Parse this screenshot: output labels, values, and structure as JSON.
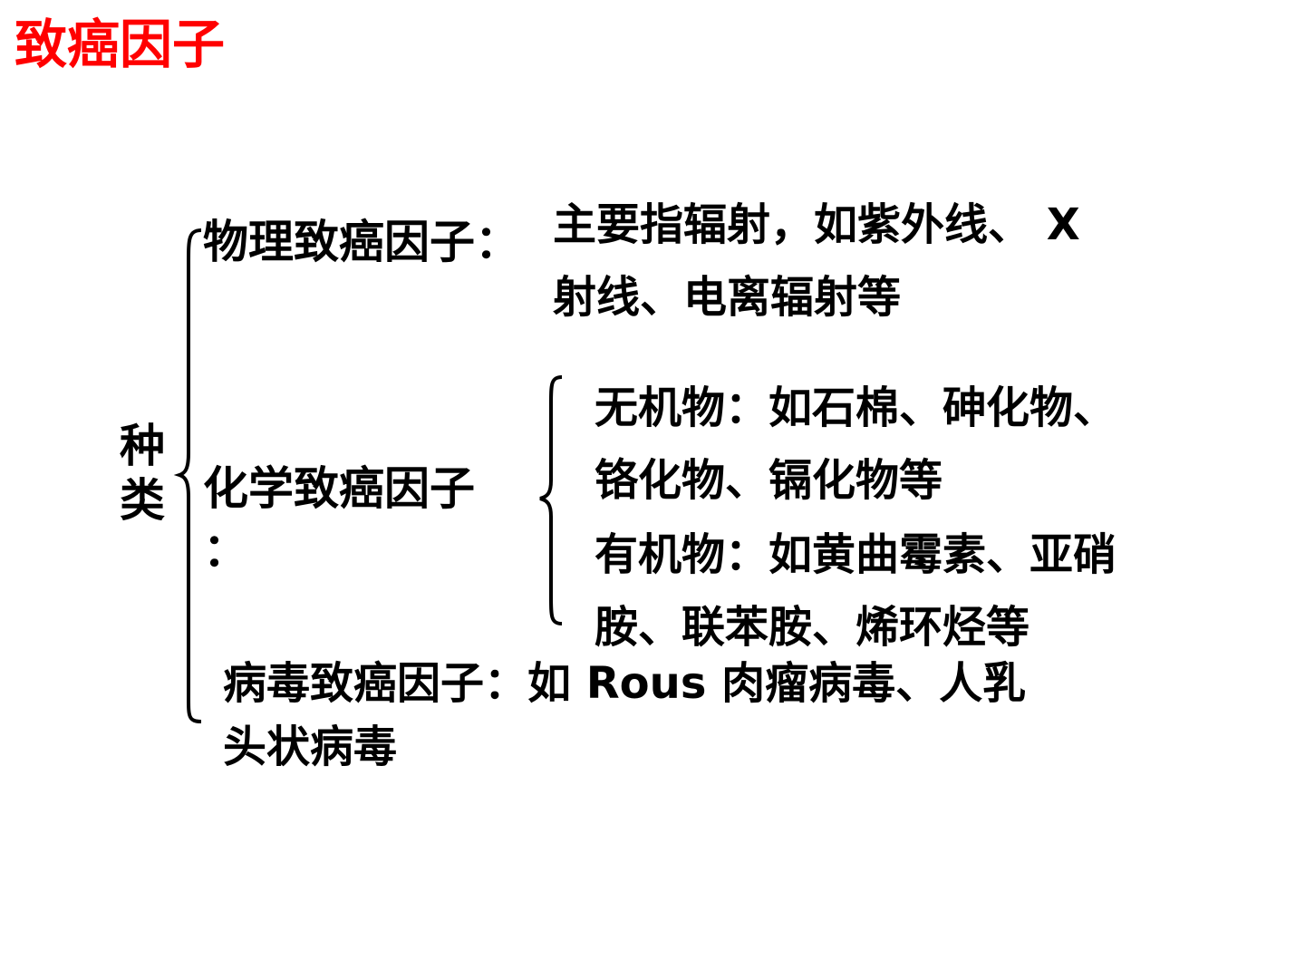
{
  "title": "致癌因子",
  "category_label": "种类",
  "physical": {
    "label": "物理致癌因子：",
    "line1": "主要指辐射，如紫外线、 X",
    "line2": "射线、电离辐射等"
  },
  "chemical": {
    "label_line1": "化学致癌因子",
    "label_line2": "：",
    "inorganic_line1": "无机物：如石棉、砷化物、",
    "inorganic_line2": "铬化物、镉化物等",
    "organic_line1": "有机物：如黄曲霉素、亚硝",
    "organic_line2": "胺、联苯胺、烯环烃等"
  },
  "viral": {
    "line1": "病毒致癌因子：如 Rous 肉瘤病毒、人乳",
    "line2": "头状病毒"
  },
  "colors": {
    "title": "#ff0000",
    "text": "#000000",
    "background": "#ffffff"
  }
}
